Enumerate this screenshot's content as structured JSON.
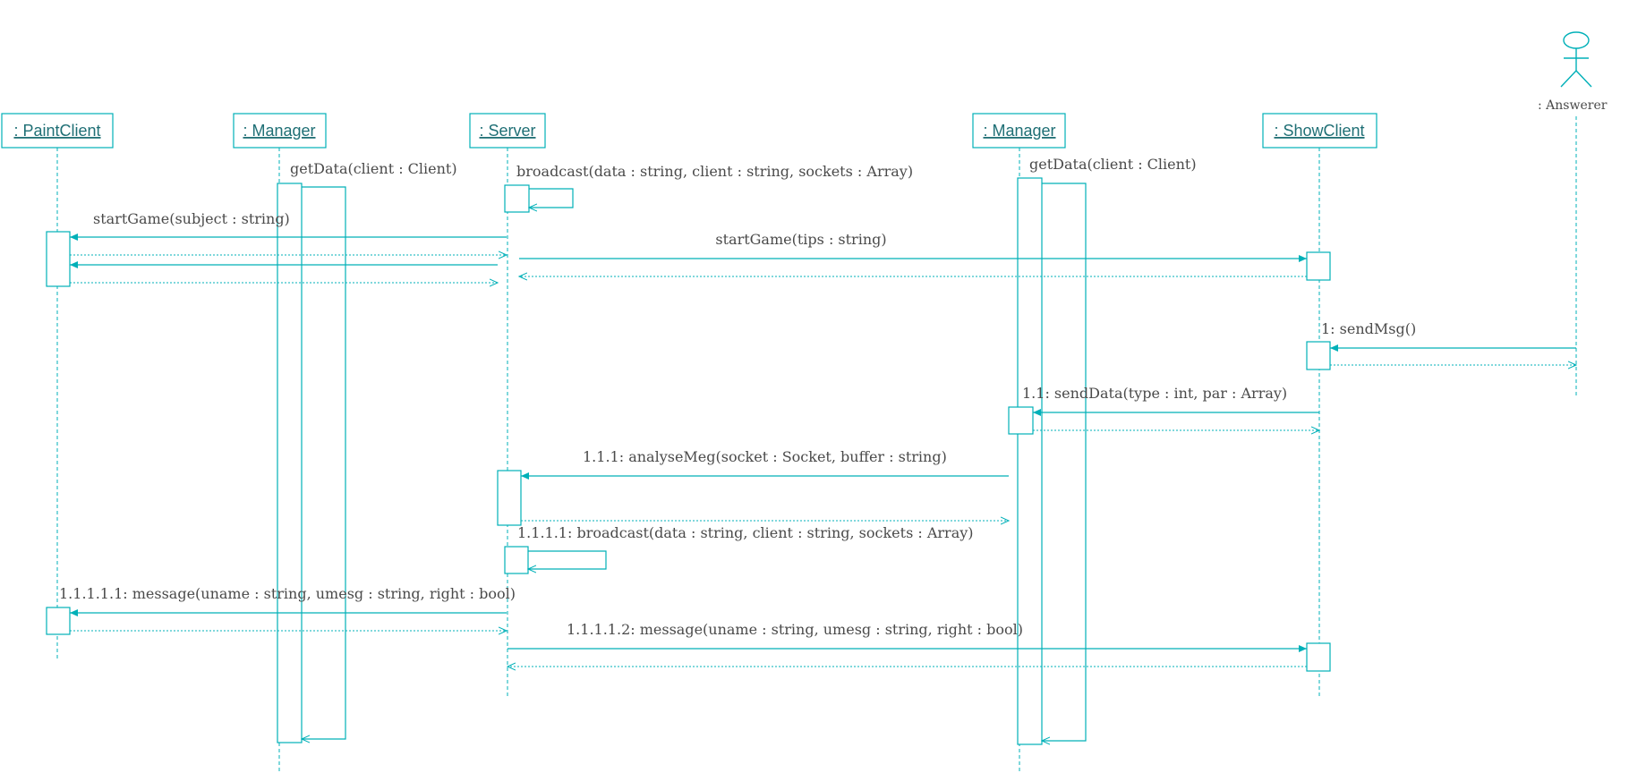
{
  "diagram": {
    "lifelines": {
      "paint_client": ": PaintClient",
      "manager_left": ": Manager",
      "server": ": Server",
      "manager_right": ": Manager",
      "show_client": ": ShowClient",
      "answerer": ": Answerer"
    },
    "messages": {
      "get_data_left": "getData(client : Client)",
      "broadcast_top": "broadcast(data : string, client : string, sockets : Array)",
      "get_data_right": "getData(client : Client)",
      "start_game_subject": "startGame(subject : string)",
      "start_game_tips": "startGame(tips : string)",
      "send_msg": "1: sendMsg()",
      "send_data": "1.1: sendData(type : int, par : Array)",
      "analyse_meg": "1.1.1: analyseMeg(socket : Socket, buffer : string)",
      "broadcast_nested": "1.1.1.1: broadcast(data : string, client : string, sockets : Array)",
      "message_paint": "1.1.1.1.1: message(uname : string, umesg : string, right : bool)",
      "message_show": "1.1.1.1.2: message(uname : string, umesg : string, right : bool)"
    },
    "colors": {
      "line": "#00b0b8",
      "text": "#4a4a4a",
      "label": "#1f6f75"
    }
  }
}
